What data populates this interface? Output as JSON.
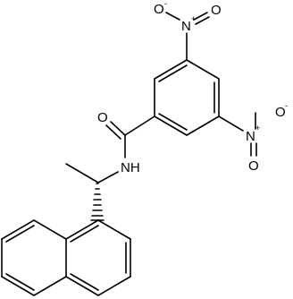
{
  "molecule": {
    "atoms": {
      "nitro_top_o_left": {
        "text": "O",
        "charge": "-"
      },
      "nitro_top_n": {
        "text": "N",
        "charge": "+"
      },
      "nitro_top_o_right": {
        "text": "O",
        "charge": ""
      },
      "carbonyl_o": {
        "text": "O",
        "charge": ""
      },
      "amide_n": {
        "text": "NH",
        "charge": ""
      },
      "nitro_right_n": {
        "text": "N",
        "charge": "+"
      },
      "nitro_right_o_top": {
        "text": "O",
        "charge": "-"
      },
      "nitro_right_o_bottom": {
        "text": "O",
        "charge": ""
      }
    }
  },
  "colors": {
    "ink": "#000000",
    "background": "#ffffff"
  }
}
